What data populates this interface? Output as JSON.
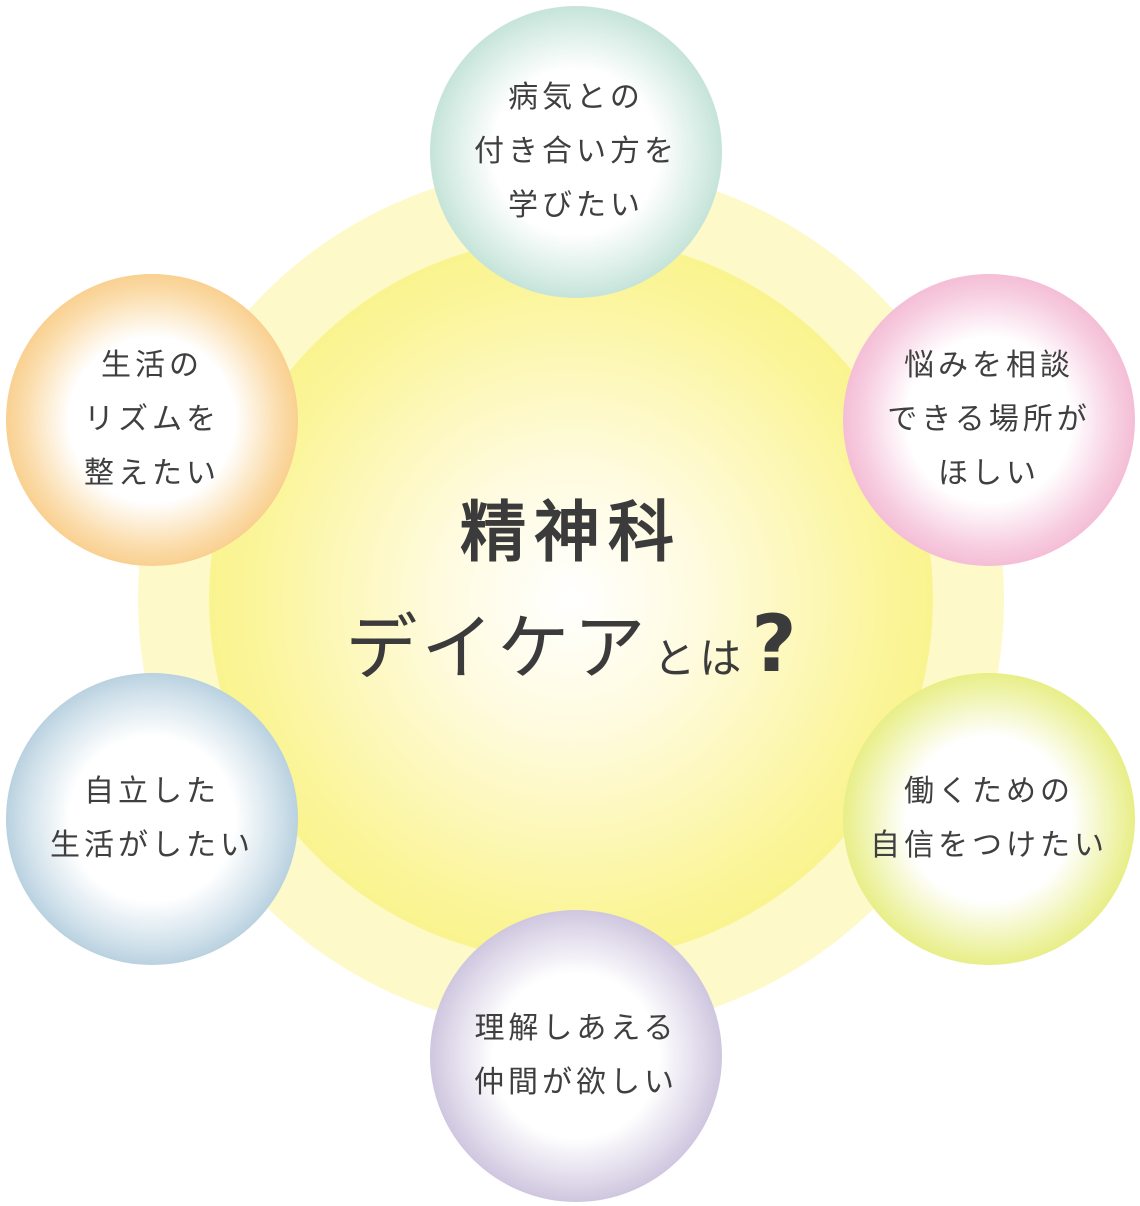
{
  "center": {
    "line1": "精神科",
    "line2_main": "デイケア",
    "line2_suffix": "とは",
    "question_mark": "?"
  },
  "bubbles": [
    {
      "id": "top",
      "text": "病気との\n付き合い方を\n学びたい",
      "color": "#8fc8b4"
    },
    {
      "id": "left-top",
      "text": "生活の\nリズムを\n整えたい",
      "color": "#f2a73a"
    },
    {
      "id": "right-top",
      "text": "悩みを相談\nできる場所が\nほしい",
      "color": "#ea8bb4"
    },
    {
      "id": "left-bottom",
      "text": "自立した\n生活がしたい",
      "color": "#6f9fbd"
    },
    {
      "id": "right-bottom",
      "text": "働くための\n自信をつけたい",
      "color": "#d3de18"
    },
    {
      "id": "bottom",
      "text": "理解しあえる\n仲間が欲しい",
      "color": "#9b8fbd"
    }
  ],
  "colors": {
    "halo": "#fdf9c9",
    "core": "#f6ee6a",
    "text": "#3b3b3b"
  }
}
